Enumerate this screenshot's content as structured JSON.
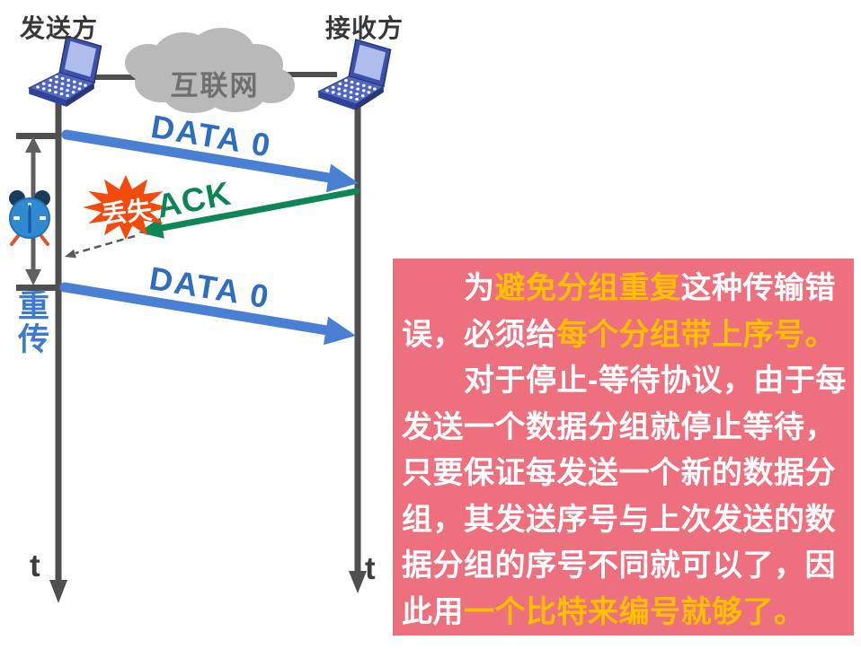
{
  "diagram": {
    "sender_label": "发送方",
    "receiver_label": "接收方",
    "cloud_label": "互联网",
    "data_arrow_1_label": "DATA 0",
    "ack_label": "ACK",
    "lost_label": "丢失",
    "retransmit_label": "重传",
    "data_arrow_2_label": "DATA 0",
    "sender_time_axis_label": "t",
    "receiver_time_axis_label": "t"
  },
  "colors": {
    "data_arrow_blue": "#4a80d4",
    "data_text_blue": "#2e6dc2",
    "ack_green": "#0f8656",
    "lost_star_red": "#f54a0e",
    "timeline_gray": "#4f4f4f",
    "cloud_gray": "#b9b9b9",
    "retransmit_blue": "#3e7bd0",
    "clock_blue": "#2f8ad2",
    "note_bg_pink": "#ee6f7e",
    "note_highlight_yellow": "#ffc000",
    "note_text_white": "#ffffff"
  },
  "note_box": {
    "bg_color": "#ee6f7e",
    "lines": [
      {
        "segments": [
          {
            "text": "　　为",
            "hl": false
          },
          {
            "text": "避免分组重复",
            "hl": true
          },
          {
            "text": "这种传输错",
            "hl": false
          }
        ]
      },
      {
        "segments": [
          {
            "text": "误，必须给",
            "hl": false
          },
          {
            "text": "每个分组带上序号。",
            "hl": true
          }
        ]
      },
      {
        "segments": [
          {
            "text": "　　对于停止-等待协议，由于每",
            "hl": false
          }
        ]
      },
      {
        "segments": [
          {
            "text": "发送一个数据分组就停止等待，",
            "hl": false
          }
        ]
      },
      {
        "segments": [
          {
            "text": "只要保证每发送一个新的数据分",
            "hl": false
          }
        ]
      },
      {
        "segments": [
          {
            "text": "组，其发送序号与上次发送的数",
            "hl": false
          }
        ]
      },
      {
        "segments": [
          {
            "text": "据分组的序号不同就可以了，因",
            "hl": false
          }
        ]
      },
      {
        "segments": [
          {
            "text": "此用",
            "hl": false
          },
          {
            "text": "一个比特来编号就够了。",
            "hl": true
          }
        ]
      }
    ]
  }
}
